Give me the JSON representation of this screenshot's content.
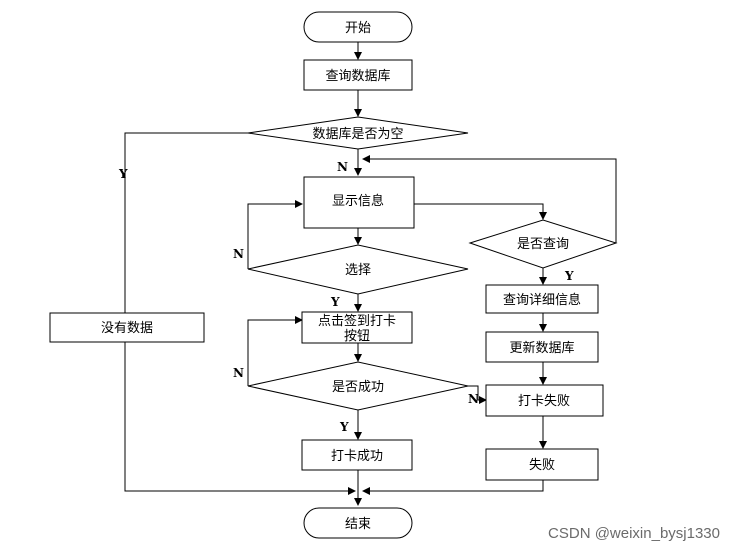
{
  "flowchart": {
    "nodes": {
      "start": "开始",
      "query_db": "查询数据库",
      "db_empty": "数据库是否为空",
      "show_info": "显示信息",
      "is_query": "是否查询",
      "query_detail": "查询详细信息",
      "update_db": "更新数据库",
      "choose": "选择",
      "click_checkin_1": "点击签到打卡",
      "click_checkin_2": "按钮",
      "is_success": "是否成功",
      "checkin_success": "打卡成功",
      "checkin_fail": "打卡失败",
      "fail": "失败",
      "no_data": "没有数据",
      "end": "结束"
    },
    "edges": {
      "db_empty_yes": "Y",
      "db_empty_no": "N",
      "is_query_yes": "Y",
      "choose_no": "N",
      "choose_yes": "Y",
      "is_success_no_left": "N",
      "is_success_no_right": "N",
      "is_success_yes": "Y"
    }
  },
  "watermark": "CSDN @weixin_bysj1330"
}
